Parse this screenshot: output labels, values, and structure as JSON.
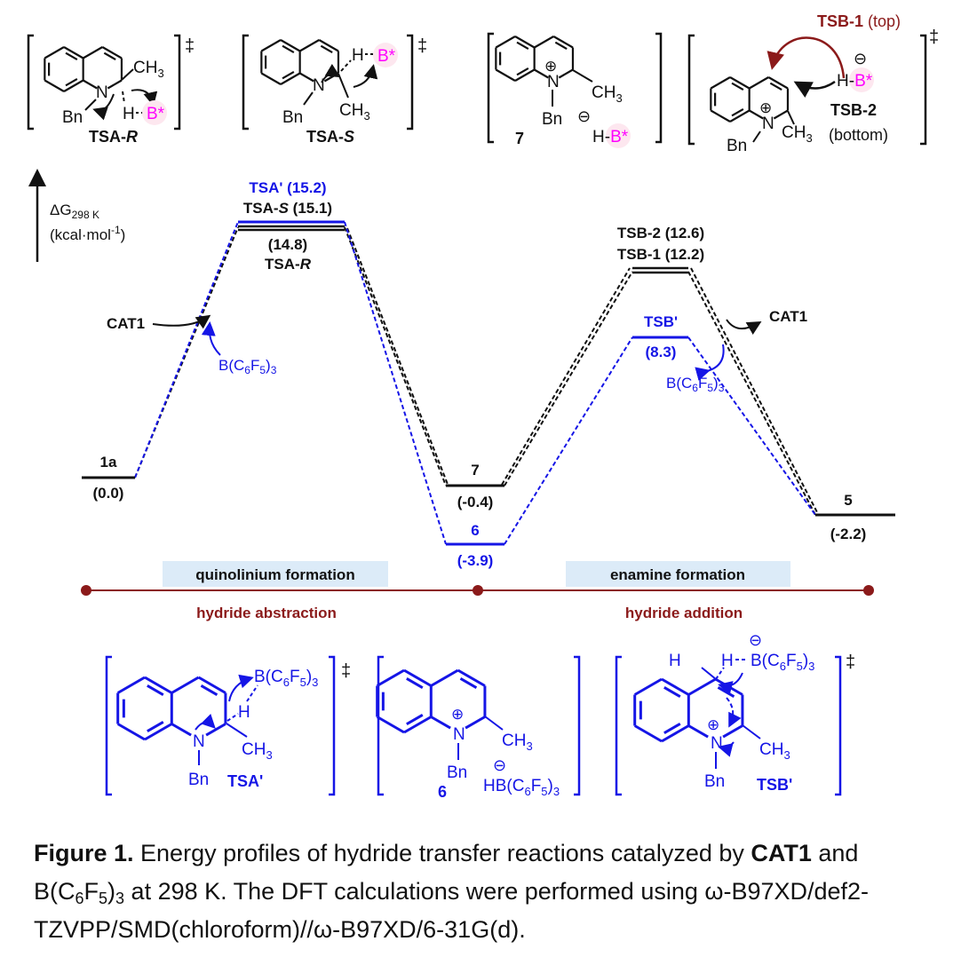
{
  "top_structures": {
    "tsa_r": {
      "label_a": "TSA-",
      "label_b": "R",
      "ch3": "CH",
      "ch3_sub": "3",
      "n": "N",
      "bn": "Bn",
      "h": "H",
      "b": "B*",
      "dagger": "‡"
    },
    "tsa_s": {
      "label_a": "TSA-",
      "label_b": "S",
      "ch3": "CH",
      "ch3_sub": "3",
      "n": "N",
      "bn": "Bn",
      "h": "H",
      "b": "B*",
      "dagger": "‡"
    },
    "int7": {
      "label": "7",
      "ch3": "CH",
      "ch3_sub": "3",
      "n": "N",
      "bn": "Bn",
      "plus": "⊕",
      "minus": "⊖",
      "h": "H-",
      "b": "B*"
    },
    "tsb": {
      "top_label": "TSB-1",
      "top_note": "(top)",
      "bottom_label": "TSB-2",
      "bottom_note": "(bottom)",
      "ch3": "CH",
      "ch3_sub": "3",
      "n": "N",
      "bn": "Bn",
      "plus": "⊕",
      "minus": "⊖",
      "h": "H-",
      "b": "B*",
      "dagger": "‡"
    }
  },
  "axis": {
    "label": "ΔG",
    "label_sub": "298 K",
    "unit": "(kcal·mol",
    "unit_sup": "-1",
    "unit_end": ")"
  },
  "levels": {
    "l1a": {
      "name": "1a",
      "value": "(0.0)",
      "energy": 0.0
    },
    "tsa_prime": {
      "name": "TSA' (15.2)",
      "energy": 15.2
    },
    "tsa_s": {
      "name_a": "TSA-",
      "name_b": "S",
      "name_c": " (15.1)",
      "energy": 15.1
    },
    "tsa_r": {
      "value": "(14.8)",
      "name_a": "TSA-",
      "name_b": "R",
      "energy": 14.8
    },
    "l7": {
      "name": "7",
      "value": "(-0.4)",
      "energy": -0.4
    },
    "l6": {
      "name": "6",
      "value": "(-3.9)",
      "energy": -3.9
    },
    "tsb2": {
      "name": "TSB-2 (12.6)",
      "energy": 12.6
    },
    "tsb1": {
      "name": "TSB-1 (12.2)",
      "energy": 12.2
    },
    "tsb_prime": {
      "name": "TSB'",
      "value": "(8.3)",
      "energy": 8.3
    },
    "l5": {
      "name": "5",
      "value": "(-2.2)",
      "energy": -2.2
    }
  },
  "annotations": {
    "cat1_left": "CAT1",
    "cat1_right": "CAT1",
    "bcf": "B(C",
    "bcf_6": "6",
    "bcf_f": "F",
    "bcf_5": "5",
    "bcf_end": ")",
    "bcf_3": "3"
  },
  "phases": {
    "quinolinium": "quinolinium formation",
    "enamine": "enamine formation",
    "abstraction": "hydride abstraction",
    "addition": "hydride addition"
  },
  "bottom_structures": {
    "tsa_prime": {
      "label": "TSA'",
      "n": "N",
      "bn": "Bn",
      "h": "H",
      "ch3": "CH",
      "ch3_sub": "3",
      "dagger": "‡"
    },
    "int6": {
      "label": "6",
      "n": "N",
      "bn": "Bn",
      "plus": "⊕",
      "minus": "⊖",
      "ch3": "CH",
      "ch3_sub": "3",
      "hb": "HB(C"
    },
    "tsb_prime": {
      "label": "TSB'",
      "n": "N",
      "bn": "Bn",
      "plus": "⊕",
      "minus": "⊖",
      "h1": "H",
      "h2": "H",
      "ch3": "CH",
      "ch3_sub": "3",
      "dagger": "‡"
    }
  },
  "caption": {
    "fig": "Figure 1.",
    "l1a": " Energy profiles of hydride transfer reactions catalyzed by ",
    "cat1": "CAT1",
    "l1b": " and",
    "l2a": "B(C",
    "l2_6": "6",
    "l2_f": "F",
    "l2_5": "5",
    "l2_p": ")",
    "l2_3": "3",
    "l2b": " at 298 K. The DFT calculations were performed using ω-B97XD/def2-",
    "l3": "TZVPP/SMD(chloroform)//ω-B97XD/6-31G(d)."
  },
  "colors": {
    "black": "#111111",
    "blue": "#1515e6",
    "darkred": "#8b1a1a",
    "magenta": "#ff00ff",
    "box": "#dcebf8"
  }
}
